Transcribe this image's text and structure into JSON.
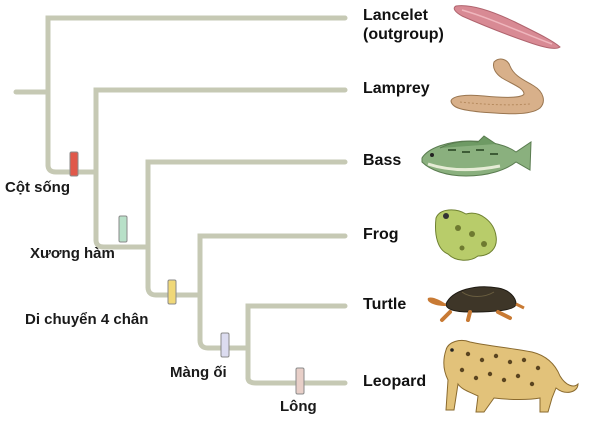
{
  "taxa": [
    {
      "name": "Lancelet",
      "note": "(outgroup)"
    },
    {
      "name": "Lamprey"
    },
    {
      "name": "Bass"
    },
    {
      "name": "Frog"
    },
    {
      "name": "Turtle"
    },
    {
      "name": "Leopard"
    }
  ],
  "traits": [
    {
      "label": "Cột sống",
      "color": "#e0584a"
    },
    {
      "label": "Xương hàm",
      "color": "#b8e0c8"
    },
    {
      "label": "Di chuyển 4 chân",
      "color": "#f0d878"
    },
    {
      "label": "Màng ối",
      "color": "#dcdcf0"
    },
    {
      "label": "Lông",
      "color": "#e8cfc8"
    }
  ],
  "colors": {
    "branch": "#c6c9b4",
    "marker_border": "#8a8a8a"
  }
}
